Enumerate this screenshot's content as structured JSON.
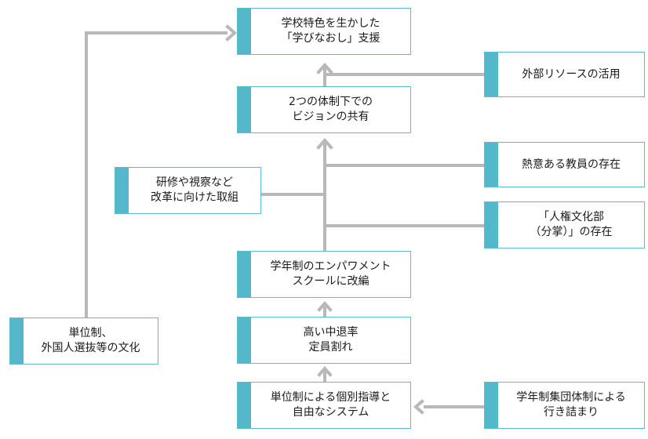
{
  "diagram": {
    "nodes": {
      "manabi_naoshi": {
        "lines": [
          "学校特色を生かした",
          "「学びなおし」支援"
        ]
      },
      "external_resources": {
        "lines": [
          "外部リソースの活用"
        ]
      },
      "shared_vision": {
        "lines": [
          "2つの体制下での",
          "ビジョンの共有"
        ]
      },
      "passionate_teachers": {
        "lines": [
          "熱意ある教員の存在"
        ]
      },
      "training_reform": {
        "lines": [
          "研修や視察など",
          "改革に向けた取組"
        ]
      },
      "human_rights_dept": {
        "lines": [
          "「人権文化部",
          "（分掌）」の存在"
        ]
      },
      "empowerment_school": {
        "lines": [
          "学年制のエンパワメント",
          "スクールに改編"
        ]
      },
      "high_dropout": {
        "lines": [
          "高い中退率",
          "定員割れ"
        ]
      },
      "credit_system": {
        "lines": [
          "単位制による個別指導と",
          "自由なシステム"
        ]
      },
      "grade_system_impasse": {
        "lines": [
          "学年制集団体制による",
          "行き詰まり"
        ]
      },
      "credit_foreign_culture": {
        "lines": [
          "単位制、",
          "外国人選抜等の文化"
        ]
      }
    },
    "colors": {
      "accent": "#55b7ca",
      "border": "#5bbccf",
      "connector": "#b8b8b8",
      "text": "#1a1a1a"
    }
  }
}
